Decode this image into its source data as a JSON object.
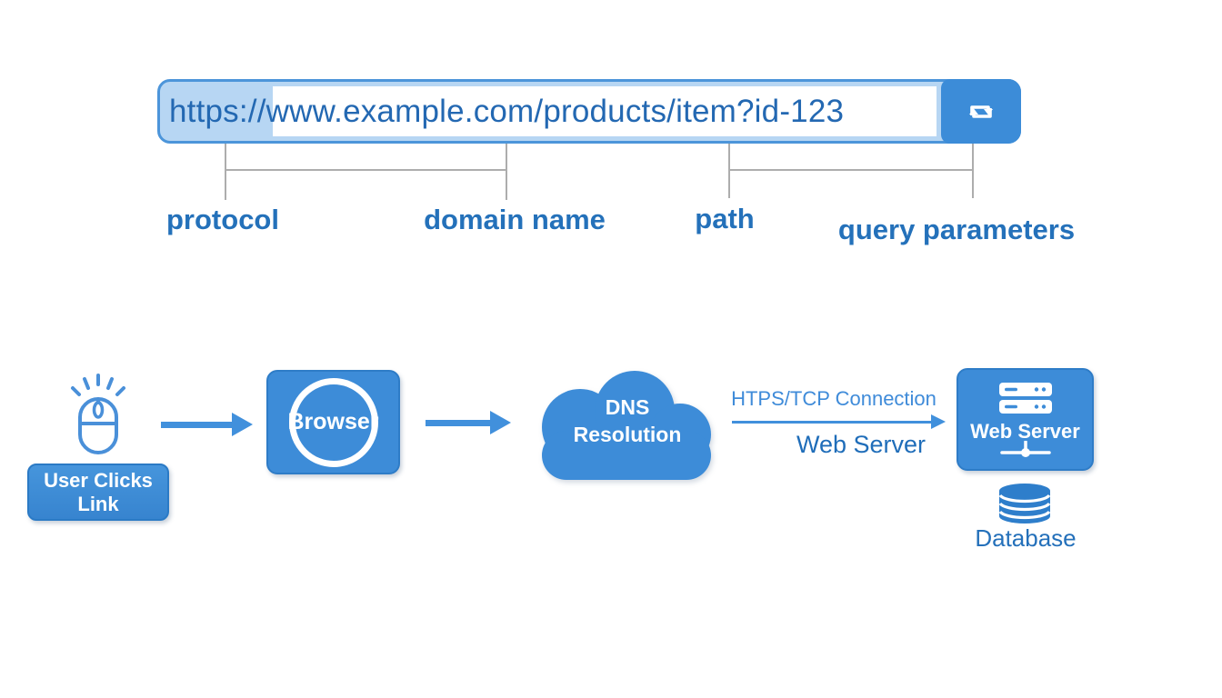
{
  "url_bar": {
    "url": "https://www.example.com/products/item?id-123"
  },
  "url_anatomy": {
    "protocol": "protocol",
    "domain": "domain name",
    "path": "path",
    "query": "query parameters"
  },
  "flow": {
    "user_clicks": {
      "line1": "User Clicks",
      "line2": "Link"
    },
    "browser": {
      "label": "Browser"
    },
    "dns": {
      "line1": "DNS",
      "line2": "Resolution"
    },
    "connection": {
      "top_label": "HTPS/TCP Connection",
      "bottom_label": "Web Server"
    },
    "web_server": {
      "label": "Web Server"
    },
    "database": {
      "label": "Database"
    }
  },
  "colors": {
    "accent_blue": "#3d8cd8",
    "bar_fill": "#b7d6f3",
    "bar_border": "#4c95da",
    "url_text_blue": "#2368b2",
    "label_blue": "#2471ba",
    "arrow_blue": "#4190dc",
    "icon_stroke_blue": "#4a90d9",
    "connection_label_blue": "#3f8bd9",
    "dark_label_blue": "#1f6db9",
    "database_blue": "#2e7ecb"
  }
}
